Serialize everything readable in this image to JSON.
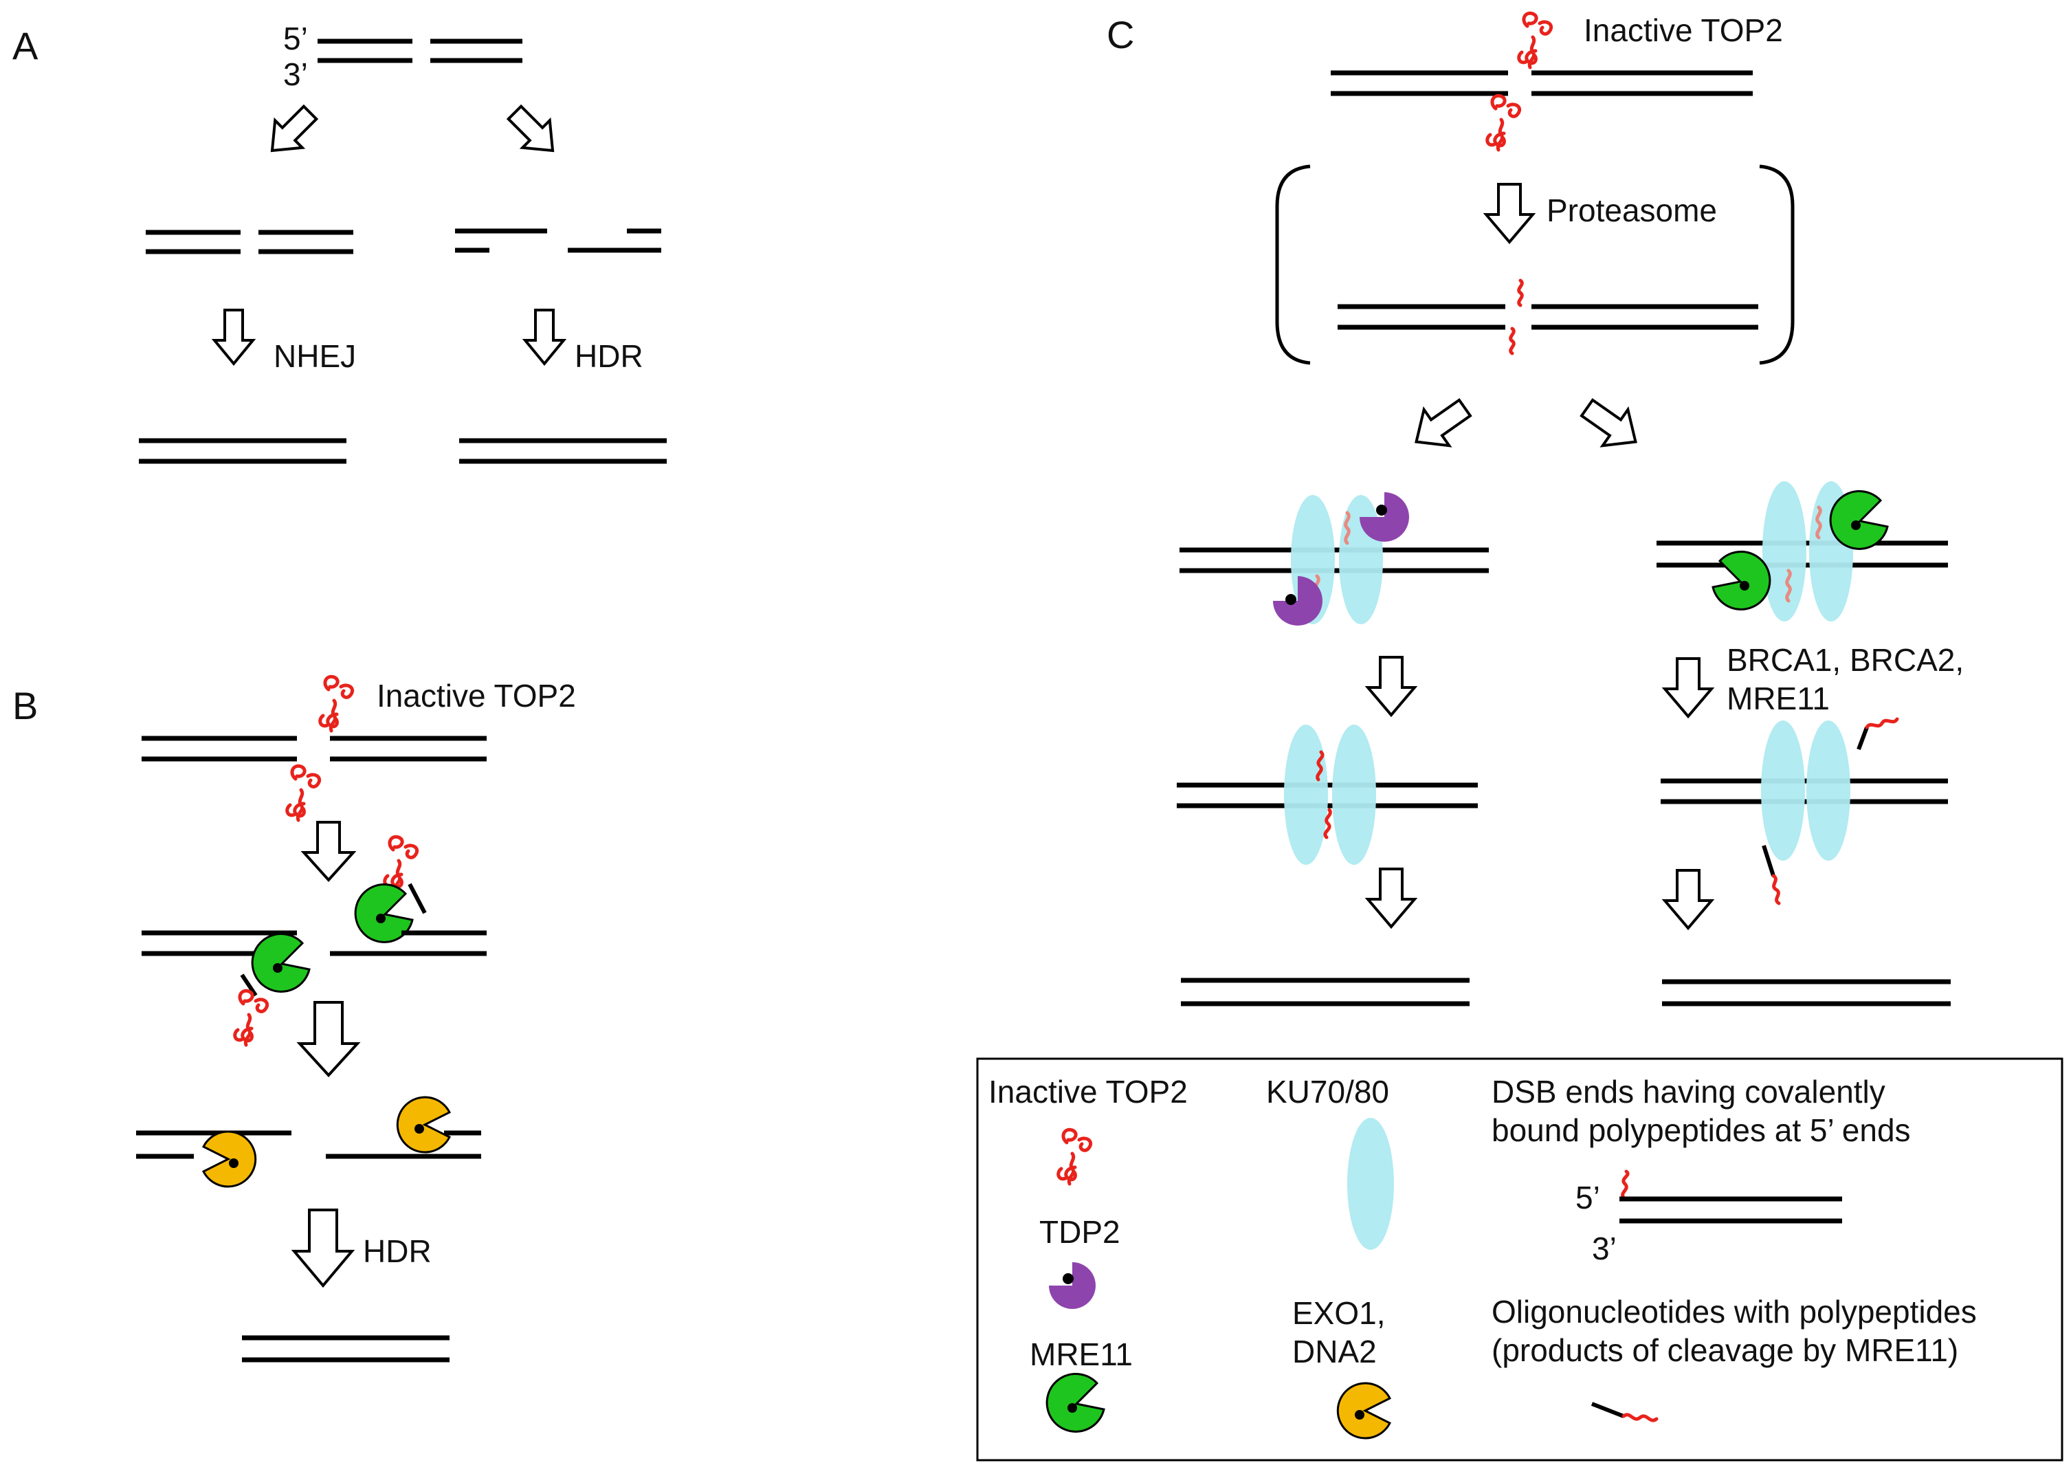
{
  "panels": {
    "a": {
      "label": "A",
      "five_prime": "5’",
      "three_prime": "3’",
      "nhej": "NHEJ",
      "hdr": "HDR"
    },
    "b": {
      "label": "B",
      "inactive_top2": "Inactive TOP2",
      "hdr": "HDR"
    },
    "c": {
      "label": "C",
      "inactive_top2": "Inactive TOP2",
      "proteasome": "Proteasome",
      "brca_line1": "BRCA1, BRCA2,",
      "brca_line2": "MRE11"
    }
  },
  "legend": {
    "inactive_top2": "Inactive TOP2",
    "ku": "KU70/80",
    "dsb_line1": "DSB ends having covalently",
    "dsb_line2": "bound polypeptides at 5’ ends",
    "five_prime": "5’",
    "three_prime": "3’",
    "tdp2": "TDP2",
    "mre11": "MRE11",
    "exo1_line1": "EXO1,",
    "exo1_line2": "DNA2",
    "oligo_line1": "Oligonucleotides with polypeptides",
    "oligo_line2": "(products of cleavage by MRE11)"
  },
  "colors": {
    "strand": "#000000",
    "top2": "#e8231c",
    "ku": "#aeeaf0",
    "tdp2": "#8e44ad",
    "mre11": "#1ec51e",
    "exo1": "#f5b800"
  },
  "icons": [
    "top2-icon",
    "ku-ellipse-icon",
    "tdp2-icon",
    "mre11-icon",
    "exo1-icon",
    "peptide-icon",
    "arrow-icon"
  ]
}
